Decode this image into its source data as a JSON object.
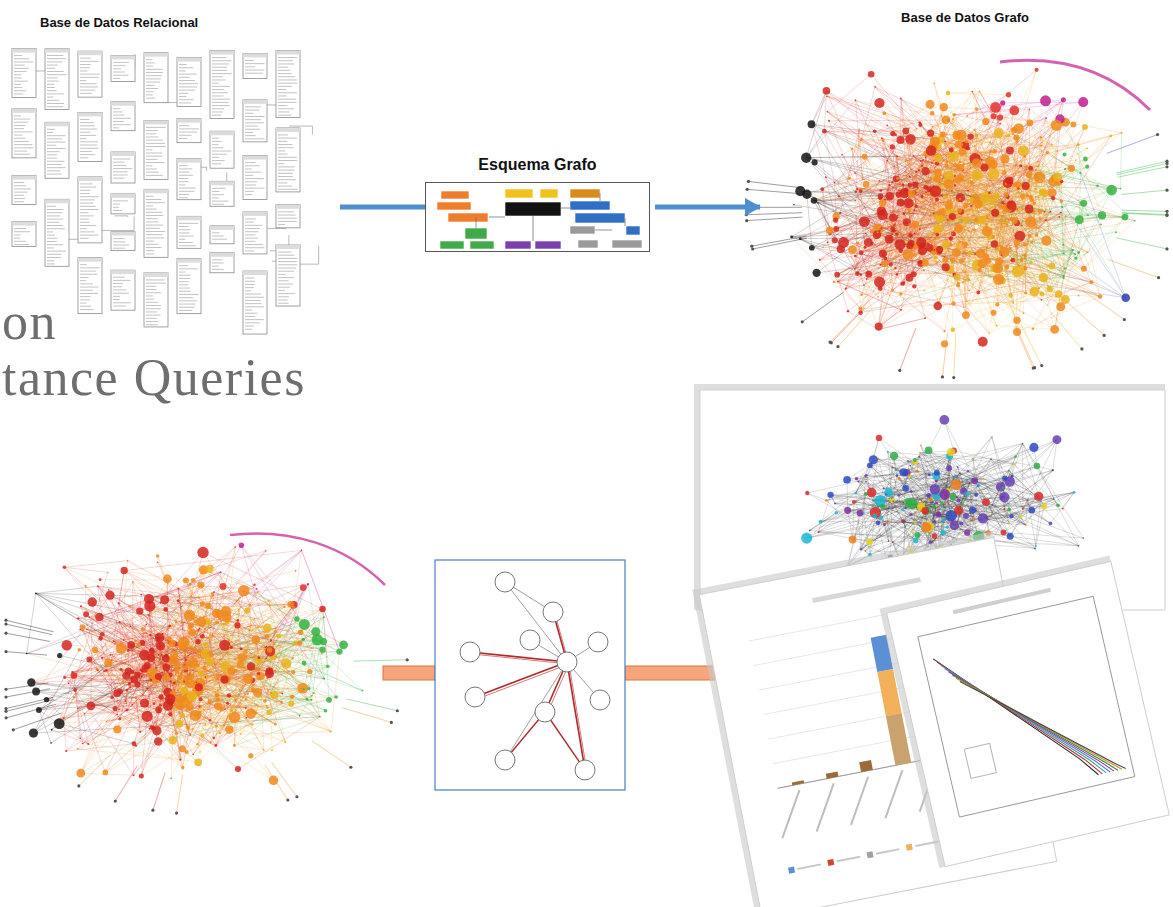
{
  "diagram": {
    "nodes": [
      {
        "text": [
          "Base de Datos Relacional"
        ]
      },
      {
        "text": [
          "Esquema Grafo"
        ]
      },
      {
        "text": [
          "Base de Datos Grafo"
        ]
      }
    ],
    "edges": [
      {
        "from": 0,
        "to": 1,
        "arrow": "none"
      },
      {
        "from": 1,
        "to": 2,
        "arrow": "to"
      }
    ],
    "labels": [
      "on",
      "tance Queries"
    ]
  }
}
